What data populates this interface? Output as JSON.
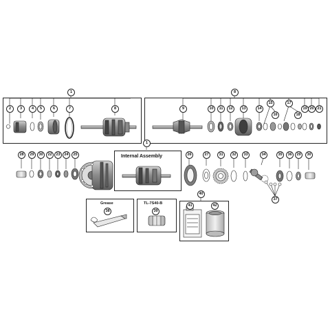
{
  "callouts": {
    "c1": "1",
    "c2": "2",
    "c3": "3",
    "c4": "4",
    "c5": "5",
    "c6": "6",
    "c7": "7",
    "c8": "8",
    "c9": "9",
    "c10": "10",
    "c11": "11",
    "c12": "12",
    "c13": "13",
    "c14": "14",
    "c15": "15",
    "c16": "16",
    "c17": "17",
    "c18": "18",
    "c19": "19",
    "c20": "20",
    "c21": "21",
    "c22": "22",
    "c23": "23",
    "c24": "24",
    "c25": "25",
    "c26": "26",
    "c27": "27",
    "c28": "28",
    "c29": "29",
    "c30": "30",
    "c31": "31",
    "c32": "32",
    "c33": "33",
    "c34": "34",
    "c35": "35",
    "c36": "36",
    "c37": "37",
    "c38": "38",
    "c39": "39",
    "c40": "40",
    "c41": "41",
    "c42": "42"
  },
  "labels": {
    "internal_assembly": "Internal Assembly",
    "grease": "Grease",
    "tool": "TL-7S40-B"
  },
  "colors": {
    "line": "#222222",
    "part_dark": "#6e6e6e",
    "part_mid": "#9a9a9a",
    "part_light": "#d2d2d2"
  }
}
